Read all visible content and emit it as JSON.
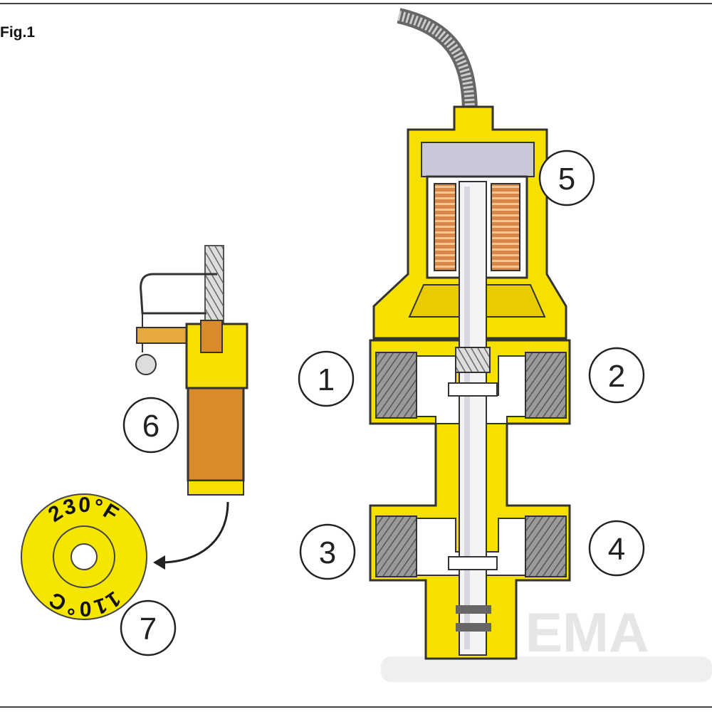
{
  "figure": {
    "title": "Fig.1",
    "callouts": [
      "1",
      "2",
      "3",
      "4",
      "5",
      "6",
      "7"
    ],
    "disc": {
      "top_text": "230°F",
      "bottom_text": "110°C"
    },
    "watermark": "EMA"
  },
  "colors": {
    "body_yellow": "#f5e000",
    "brass_orange": "#d98a2a",
    "coil_copper": "#c9773a",
    "thread_gray": "#8a8a8a",
    "cavity_gray": "#c8c8d8",
    "outline": "#333333"
  }
}
